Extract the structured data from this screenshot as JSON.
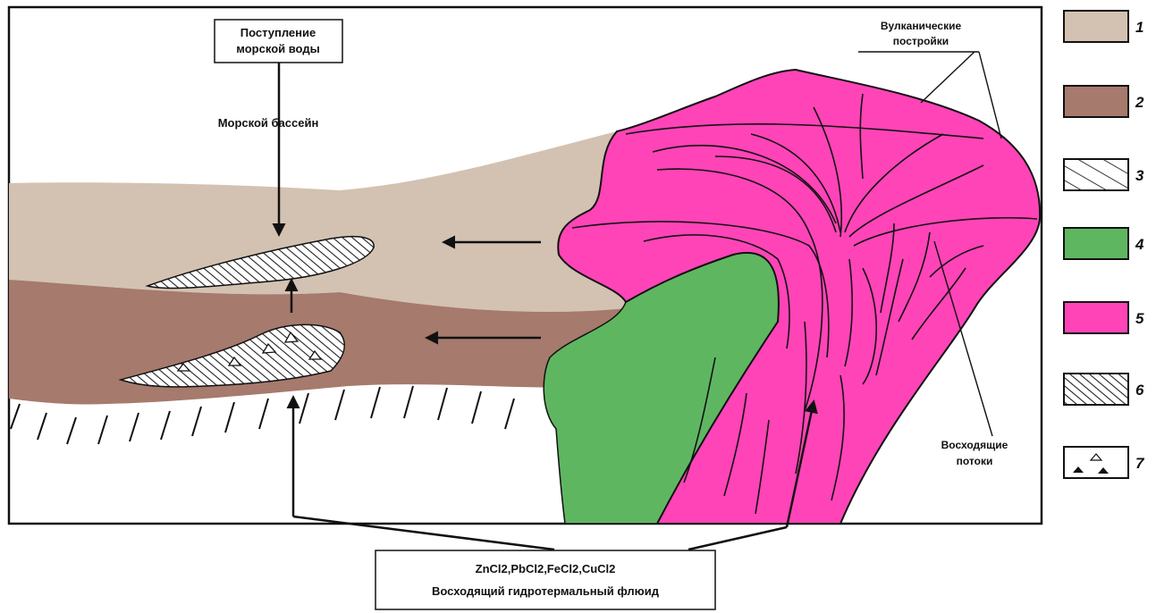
{
  "colors": {
    "layer_1": "#d3c2b1",
    "layer_2": "#a67a6d",
    "layer_4": "#5fb661",
    "layer_5": "#ff44b8",
    "outline": "#111111",
    "background": "#ffffff"
  },
  "labels": {
    "seawater_box_line1": "Поступление",
    "seawater_box_line2": "морской воды",
    "sea_basin": "Морской бассейн",
    "volcanic_top_line1": "Вулканические",
    "volcanic_top_line2": "постройки",
    "ascending_flows_line1": "Восходящие",
    "ascending_flows_line2": "потоки",
    "bottom_formula": "ZnCl2,PbCl2,FeCl2,CuCl2",
    "bottom_caption": "Восходящий гидротермальный флюид"
  },
  "legend": [
    {
      "number": "1",
      "swatch": "layer_1"
    },
    {
      "number": "2",
      "swatch": "layer_2"
    },
    {
      "number": "3",
      "swatch": "hatch_sparse"
    },
    {
      "number": "4",
      "swatch": "layer_4"
    },
    {
      "number": "5",
      "swatch": "layer_5"
    },
    {
      "number": "6",
      "swatch": "hatch_dense"
    },
    {
      "number": "7",
      "swatch": "triangles"
    }
  ]
}
